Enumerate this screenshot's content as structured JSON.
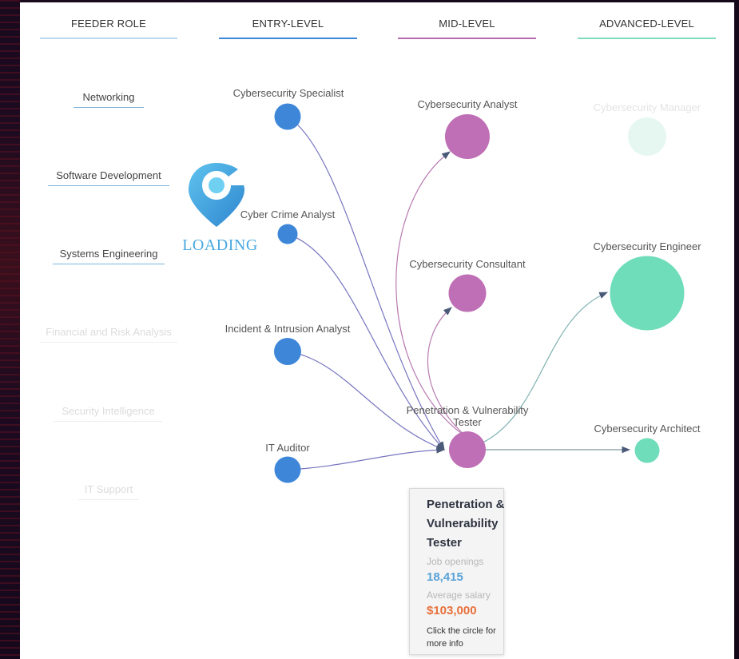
{
  "columns": [
    {
      "label": "FEEDER ROLE",
      "color": "#bcd8ef"
    },
    {
      "label": "ENTRY-LEVEL",
      "color": "#3d86d8"
    },
    {
      "label": "MID-LEVEL",
      "color": "#b86aaf"
    },
    {
      "label": "ADVANCED-LEVEL",
      "color": "#7fdcbf"
    }
  ],
  "feeder_roles": [
    {
      "label": "Networking",
      "active": true
    },
    {
      "label": "Software Development",
      "active": true
    },
    {
      "label": "Systems Engineering",
      "active": true
    },
    {
      "label": "Financial and Risk Analysis",
      "active": false
    },
    {
      "label": "Security Intelligence",
      "active": false
    },
    {
      "label": "IT Support",
      "active": false
    }
  ],
  "entry_roles": [
    {
      "label": "Cybersecurity Specialist"
    },
    {
      "label": "Cyber Crime Analyst"
    },
    {
      "label": "Incident & Intrusion Analyst"
    },
    {
      "label": "IT Auditor"
    }
  ],
  "mid_roles": [
    {
      "label": "Cybersecurity Analyst"
    },
    {
      "label": "Cybersecurity Consultant"
    },
    {
      "label": "Penetration & Vulnerability Tester"
    }
  ],
  "advanced_roles": [
    {
      "label": "Cybersecurity Manager",
      "active": false
    },
    {
      "label": "Cybersecurity Engineer",
      "active": true
    },
    {
      "label": "Cybersecurity Architect",
      "active": true
    }
  ],
  "colors": {
    "entry": "#3d86d8",
    "mid": "#bf6fb5",
    "advanced": "#6fdcba",
    "advanced_dim": "#e6f7f1",
    "edge_entry": "#7876c0",
    "edge_mid": "#b87ab0",
    "edge_adv": "#7fb0b0"
  },
  "loading": {
    "text": "LOADING"
  },
  "tooltip": {
    "title": "Penetration & Vulnerability Tester",
    "jobs_label": "Job openings",
    "jobs_value": "18,415",
    "salary_label": "Average salary",
    "salary_value": "$103,000",
    "hint": "Click the circle for more info"
  }
}
